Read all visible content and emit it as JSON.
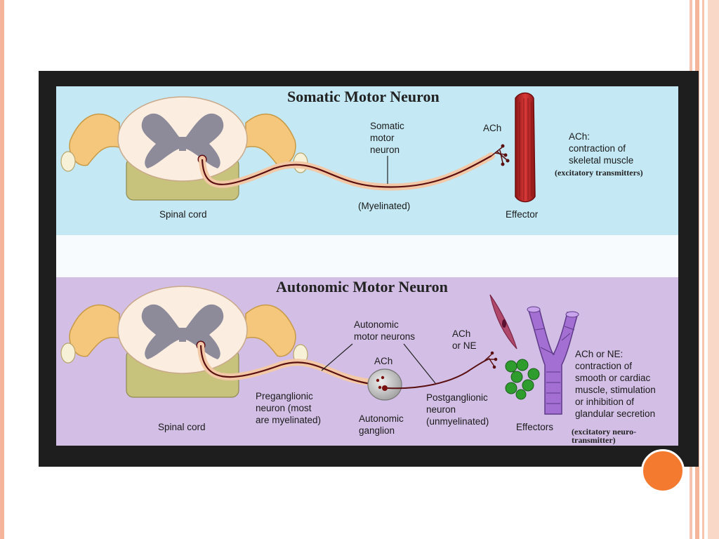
{
  "somatic": {
    "title": "Somatic Motor Neuron",
    "spinal_cord": "Spinal cord",
    "neuron_label": "Somatic\nmotor\nneuron",
    "myelinated": "(Myelinated)",
    "ach": "ACh",
    "effector": "Effector",
    "effect_text": "ACh:\ncontraction of\nskeletal muscle",
    "note": "(excitatory transmitters)"
  },
  "autonomic": {
    "title": "Autonomic Motor Neuron",
    "spinal_cord": "Spinal cord",
    "neurons_label": "Autonomic\nmotor neurons",
    "ach_ganglion": "ACh",
    "ach_or_ne": "ACh\nor NE",
    "preganglionic": "Preganglionic\nneuron (most\nare myelinated)",
    "ganglion": "Autonomic\nganglion",
    "postganglionic": "Postganglionic\nneuron\n(unmyelinated)",
    "effectors": "Effectors",
    "effect_text": "ACh or NE:\ncontraction of\nsmooth or cardiac\nmuscle, stimulation\nor inhibition of\nglandular secretion",
    "note": "(excitatory neuro-\ntransmitter)"
  },
  "colors": {
    "accent_orange": "#f47a30",
    "somatic_bg": "#c4e9f4",
    "autonomic_bg": "#d3bfe6",
    "muscle_red": "#c62828",
    "vessel_purple": "#a36fd3",
    "gland_green": "#2e9d2e"
  }
}
